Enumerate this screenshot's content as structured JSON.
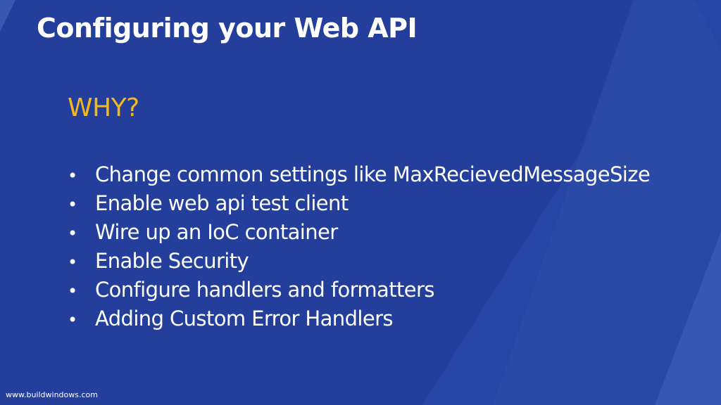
{
  "slide": {
    "title": "Configuring your Web API",
    "subtitle": "WHY?",
    "bullet_glyph": "•",
    "bullets": [
      "Change common settings like MaxRecievedMessageSize",
      "Enable web api test client",
      "Wire up an IoC container",
      "Enable Security",
      "Configure handlers and formatters",
      "Adding Custom Error Handlers"
    ],
    "footer": "www.buildwindows.com"
  },
  "colors": {
    "background": "#233f9b",
    "title": "#ffffff",
    "subtitle": "#f4b81c",
    "body_text": "#ffffff"
  }
}
